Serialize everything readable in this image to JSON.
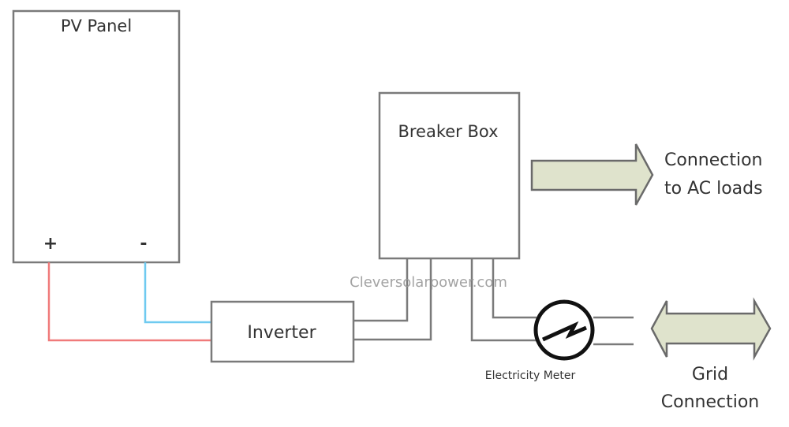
{
  "diagram": {
    "title": "Grid-tied solar PV system wiring",
    "watermark": "Cleversolarpower.com",
    "components": {
      "pv_panel": {
        "label": "PV Panel",
        "positive_terminal": "+",
        "negative_terminal": "-"
      },
      "inverter": {
        "label": "Inverter"
      },
      "breaker_box": {
        "label": "Breaker Box"
      },
      "electricity_meter": {
        "label": "Electricity Meter"
      },
      "ac_loads": {
        "label_line1": "Connection",
        "label_line2": "to AC loads"
      },
      "grid": {
        "label_line1": "Grid",
        "label_line2": "Connection"
      }
    },
    "colors": {
      "positive_wire": "#f07a7a",
      "negative_wire": "#6fcaf0",
      "ac_wire": "#7a7a7a",
      "arrow_fill": "#dfe3cc",
      "arrow_stroke": "#6a6a6a",
      "meter_stroke": "#111111"
    }
  }
}
